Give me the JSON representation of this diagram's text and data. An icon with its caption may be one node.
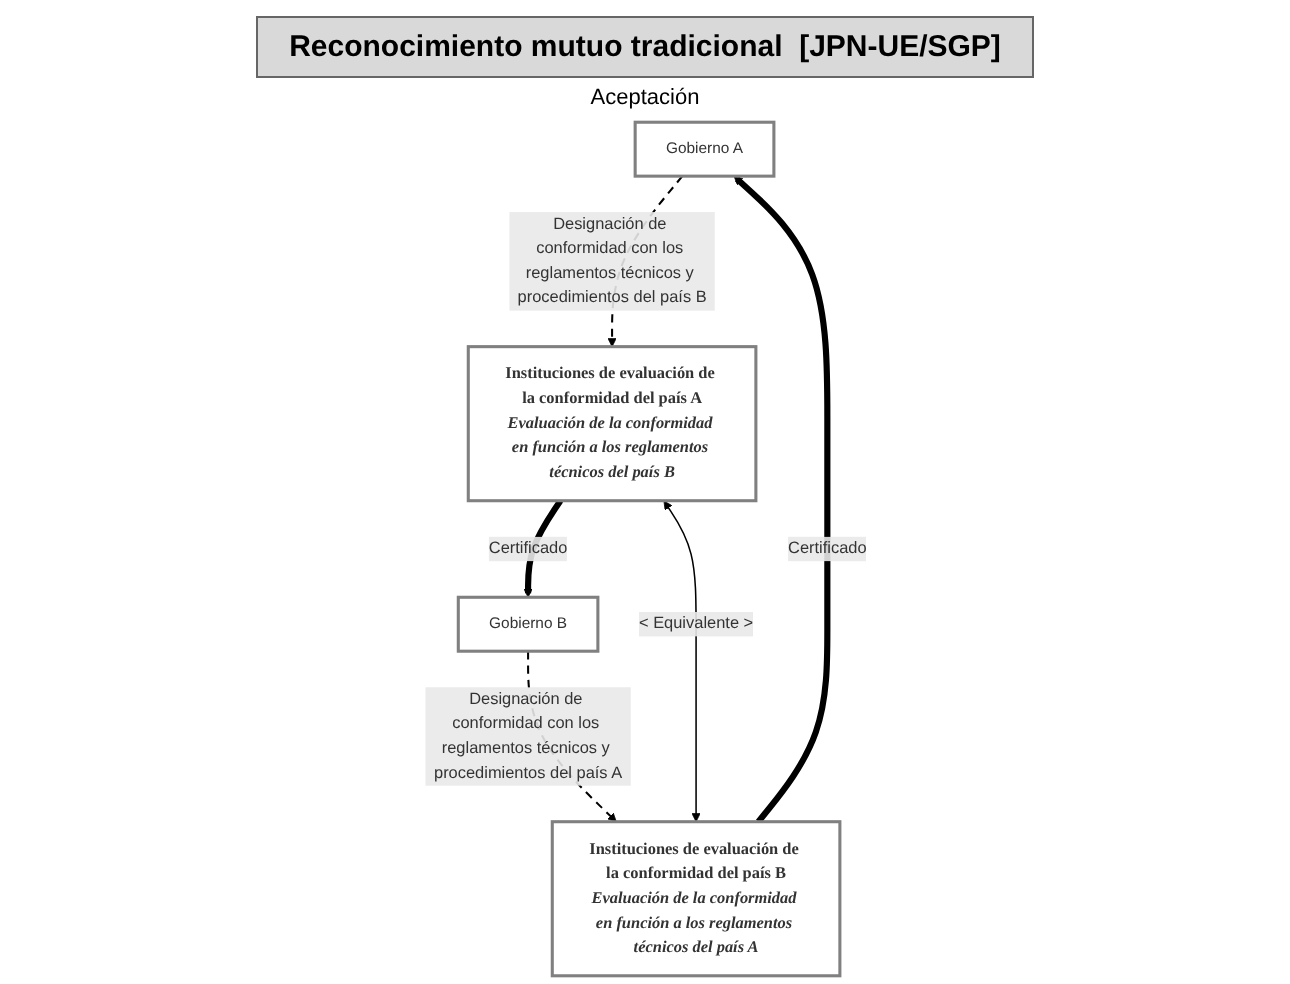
{
  "diagram": {
    "title": "Reconocimiento mutuo tradicional  [JPN-UE/SGP]",
    "nodes": [
      {
        "text": [
          "Gobierno A"
        ]
      },
      {
        "text": [
          "Gobierno B"
        ]
      },
      {
        "text": [
          "Instituciones de evaluación de la conformidad del país A",
          "Evaluación de la conformidad en función a los reglamentos técnicos del país B"
        ]
      },
      {
        "text": [
          "Instituciones de evaluación de la conformidad del país B",
          "Evaluación de la conformidad en función a los reglamentos técnicos del país A"
        ]
      }
    ],
    "edges": [
      {
        "from": 0,
        "to": 2,
        "arrow": "to",
        "style": "dashed",
        "label": "Designación de conformidad con los reglamentos técnicos y procedimientos del país B"
      },
      {
        "from": 1,
        "to": 3,
        "arrow": "to",
        "style": "dashed",
        "label": "Designación de conformidad con los reglamentos técnicos y procedimientos del país A"
      },
      {
        "from": 2,
        "to": 1,
        "arrow": "to",
        "style": "thick",
        "label": "Certificado"
      },
      {
        "from": 3,
        "to": 0,
        "arrow": "to",
        "style": "thick",
        "label": "Certificado"
      },
      {
        "from": 2,
        "to": 3,
        "arrow": "both",
        "label": "< Equivalente >"
      }
    ],
    "labels": [
      "Aceptación"
    ]
  }
}
